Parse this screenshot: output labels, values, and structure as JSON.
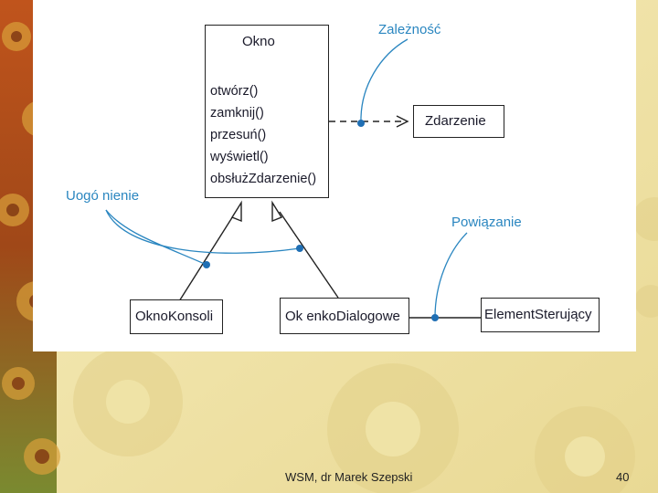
{
  "diagram": {
    "classes": {
      "main": {
        "name": "Okno",
        "methods": [
          "otwórz()",
          "zamknij()",
          "przesuń()",
          "wyświetl()",
          "obsłużZdarzenie()"
        ]
      },
      "event": "Zdarzenie",
      "console_window": "OknoKonsoli",
      "dialog_window": "Ok enkoDialogowe",
      "control": "ElementSterujący"
    },
    "notes": {
      "dependency": "Zależność",
      "generalization": "Uogó nienie",
      "association": "Powiązanie"
    },
    "colors": {
      "note": "#2a86c0",
      "line": "#222222"
    }
  },
  "footer": {
    "author": "WSM,  dr Marek Szepski",
    "page_number": "40"
  }
}
